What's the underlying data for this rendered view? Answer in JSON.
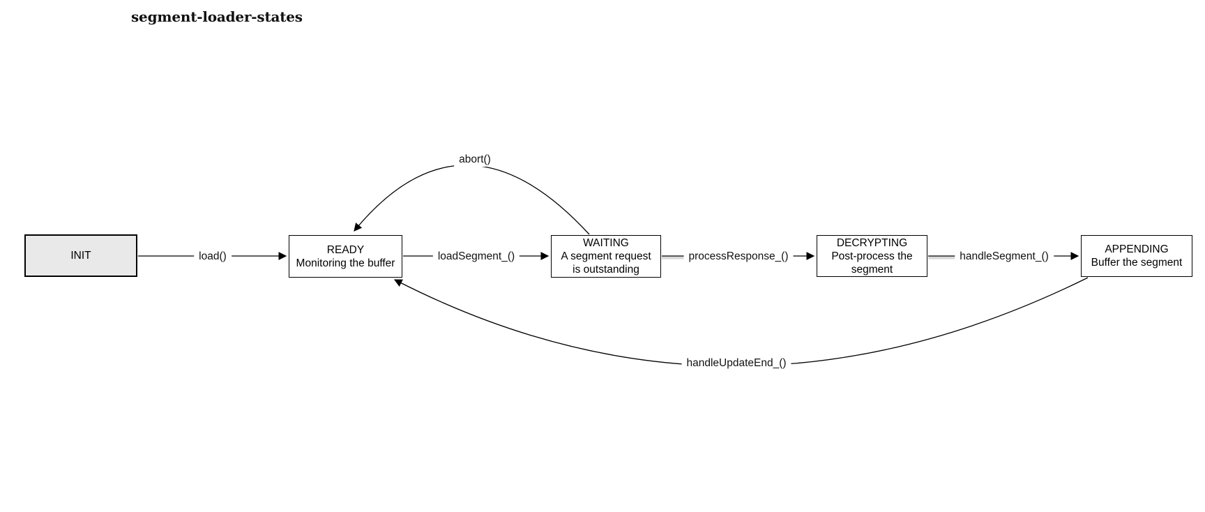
{
  "title": "segment-loader-states",
  "states": [
    {
      "id": "init",
      "name": "INIT",
      "description": ""
    },
    {
      "id": "ready",
      "name": "READY",
      "description": "Monitoring the buffer"
    },
    {
      "id": "waiting",
      "name": "WAITING",
      "description": "A segment request is outstanding"
    },
    {
      "id": "decrypting",
      "name": "DECRYPTING",
      "description": "Post-process the segment"
    },
    {
      "id": "appending",
      "name": "APPENDING",
      "description": "Buffer the segment"
    }
  ],
  "transitions": [
    {
      "from": "INIT",
      "to": "READY",
      "label": "load()"
    },
    {
      "from": "READY",
      "to": "WAITING",
      "label": "loadSegment_()"
    },
    {
      "from": "WAITING",
      "to": "DECRYPTING",
      "label": "processResponse_()"
    },
    {
      "from": "DECRYPTING",
      "to": "APPENDING",
      "label": "handleSegment_()"
    },
    {
      "from": "WAITING",
      "to": "READY",
      "label": "abort()"
    },
    {
      "from": "APPENDING",
      "to": "READY",
      "label": "handleUpdateEnd_()"
    }
  ],
  "colors": {
    "stroke": "#000000",
    "init_fill": "#e9e9e9",
    "box_fill": "#ffffff",
    "connector_shadow": "#d9d9d9"
  }
}
